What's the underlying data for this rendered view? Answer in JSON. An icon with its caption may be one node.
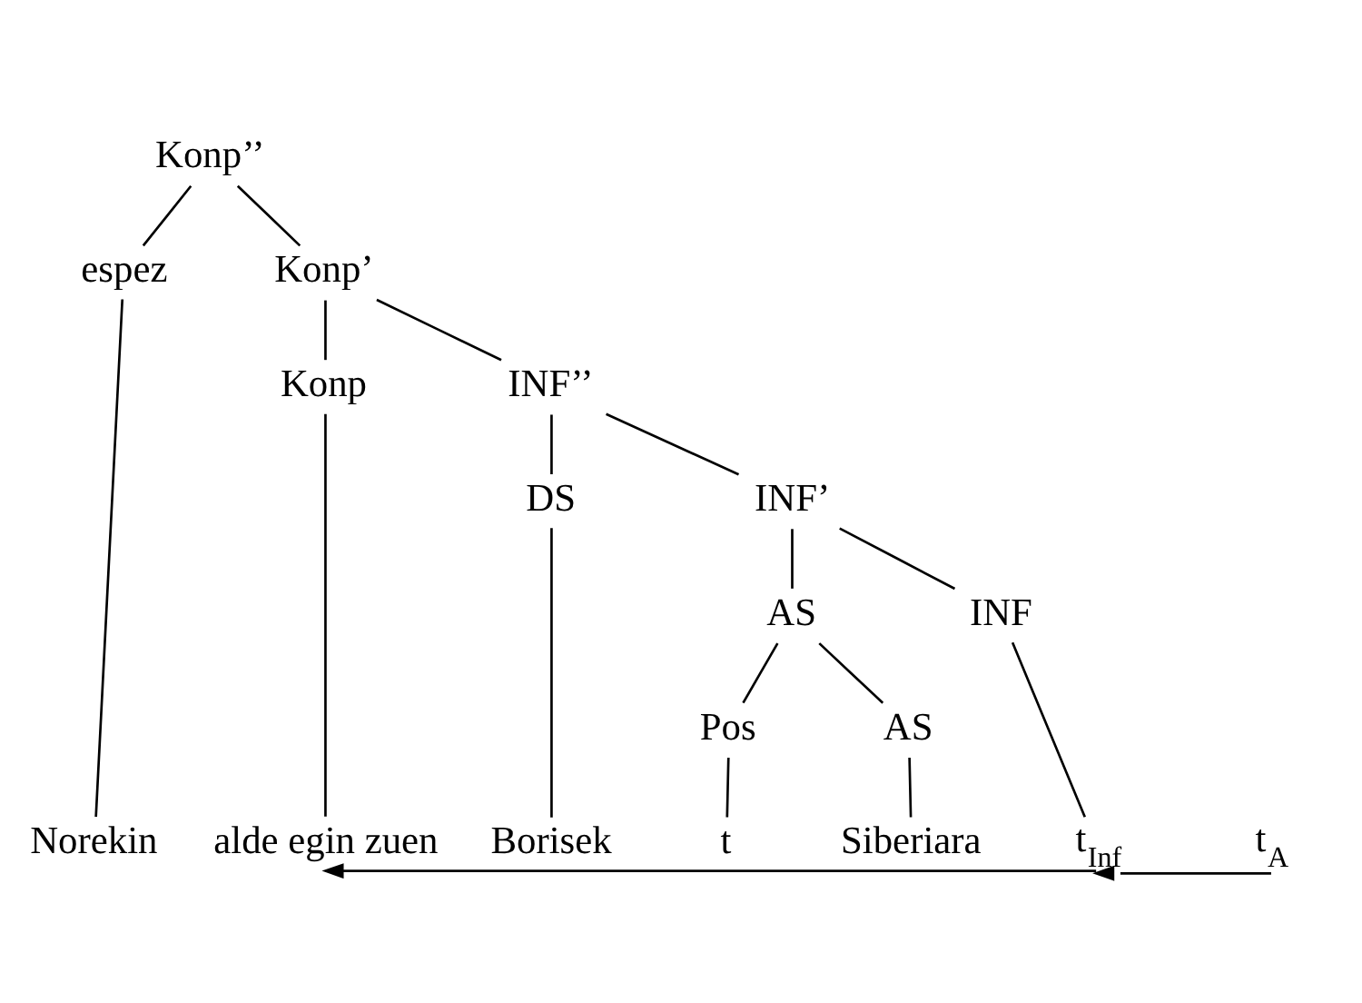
{
  "diagram": {
    "nodes": [
      {
        "text": [
          "Konp’’"
        ]
      },
      {
        "text": [
          "espez"
        ]
      },
      {
        "text": [
          "Konp’"
        ]
      },
      {
        "text": [
          "Konp"
        ]
      },
      {
        "text": [
          "INF’’"
        ]
      },
      {
        "text": [
          "DS"
        ]
      },
      {
        "text": [
          "INF’"
        ]
      },
      {
        "text": [
          "AS"
        ]
      },
      {
        "text": [
          "INF"
        ]
      },
      {
        "text": [
          "Pos"
        ]
      },
      {
        "text": [
          "AS"
        ]
      },
      {
        "text": [
          "Norekin"
        ]
      },
      {
        "text": [
          "alde egin zuen"
        ]
      },
      {
        "text": [
          "Borisek"
        ]
      },
      {
        "text": [
          "t"
        ]
      },
      {
        "text": [
          "Siberiara"
        ]
      },
      {
        "text": [
          "t$_{A}$"
        ]
      },
      {
        "text": [
          "t$_{Inf}$"
        ]
      }
    ],
    "edges": [
      {
        "from": 0,
        "to": 1,
        "arrow": "none"
      },
      {
        "from": 0,
        "to": 2,
        "arrow": "none"
      },
      {
        "from": 2,
        "to": 3,
        "arrow": "none"
      },
      {
        "from": 2,
        "to": 4,
        "arrow": "none"
      },
      {
        "from": 4,
        "to": 5,
        "arrow": "none"
      },
      {
        "from": 4,
        "to": 6,
        "arrow": "none"
      },
      {
        "from": 6,
        "to": 7,
        "arrow": "none"
      },
      {
        "from": 6,
        "to": 8,
        "arrow": "none"
      },
      {
        "from": 7,
        "to": 9,
        "arrow": "none"
      },
      {
        "from": 7,
        "to": 10,
        "arrow": "none"
      },
      {
        "from": 1,
        "to": 11,
        "arrow": "none"
      },
      {
        "from": 3,
        "to": 12,
        "arrow": "none"
      },
      {
        "from": 5,
        "to": 13,
        "arrow": "none"
      },
      {
        "from": 9,
        "to": 14,
        "arrow": "none"
      },
      {
        "from": 10,
        "to": 15,
        "arrow": "none"
      },
      {
        "from": 8,
        "to": 17,
        "arrow": "none"
      },
      {
        "from": 16,
        "to": 17,
        "arrow": "none"
      },
      {
        "from": 17,
        "to": 12,
        "arrow": "to"
      }
    ]
  }
}
